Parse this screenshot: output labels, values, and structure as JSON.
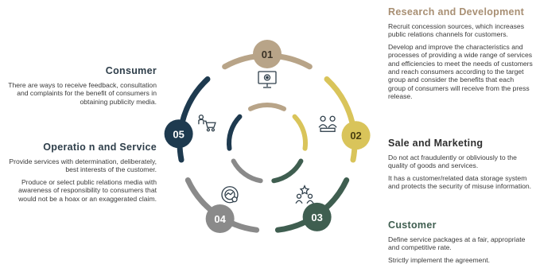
{
  "colors": {
    "beige": "#b8a488",
    "yellow": "#d9c45a",
    "green": "#3f5e50",
    "gray": "#8a8a8a",
    "navy": "#1e3a4f",
    "text_beige": "#a88f73",
    "text_dark": "#2e3e4a"
  },
  "segments": [
    {
      "number": "01",
      "icon": "monitor-gear-icon"
    },
    {
      "number": "02",
      "icon": "team-meeting-icon"
    },
    {
      "number": "03",
      "icon": "award-team-icon"
    },
    {
      "number": "04",
      "icon": "handshake-gear-icon"
    },
    {
      "number": "05",
      "icon": "shopping-cart-icon"
    }
  ],
  "sections": {
    "research": {
      "title": "Research and Development",
      "paragraphs": [
        "Recruit concession sources, which increases public relations channels for customers.",
        "Develop and improve the characteristics and processes of providing a wide range of services and efficiencies to meet the needs of customers and reach consumers according to the target group and consider the benefits that each group of consumers will receive from the press release."
      ]
    },
    "sale": {
      "title": "Sale and Marketing",
      "paragraphs": [
        "Do not act fraudulently or obliviously to the quality of goods and services.",
        "It has a customer/related data storage system and protects the security of misuse information."
      ]
    },
    "customer": {
      "title": "Customer",
      "paragraphs": [
        "Define service packages at a fair, appropriate and competitive rate.",
        "Strictly implement the agreement."
      ]
    },
    "consumer": {
      "title": "Consumer",
      "paragraphs": [
        "There are ways to receive feedback, consultation and complaints for the benefit of consumers in obtaining publicity media."
      ]
    },
    "operation": {
      "title": "Operatio n and Service",
      "paragraphs": [
        "Provide services with determination, deliberately, best interests of the customer.",
        "Produce or select public relations media with awareness of responsibility to consumers that would not be a hoax or an exaggerated claim."
      ]
    }
  }
}
